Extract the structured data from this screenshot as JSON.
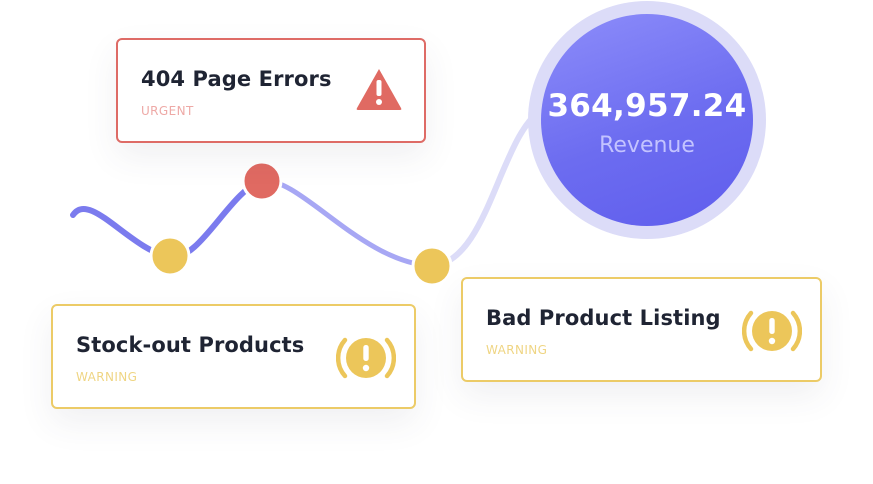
{
  "alerts": {
    "page_errors": {
      "title": "404 Page Errors",
      "tag": "URGENT",
      "icon": "warning-triangle-icon",
      "color": "#de6b66"
    },
    "stockout": {
      "title": "Stock-out Products",
      "tag": "WARNING",
      "icon": "exclamation-circle-icon",
      "color": "#eccb67"
    },
    "bad_listing": {
      "title": "Bad Product Listing",
      "tag": "WARNING",
      "icon": "exclamation-circle-icon",
      "color": "#eccb67"
    }
  },
  "revenue": {
    "value": "364,957.24",
    "label": "Revenue",
    "color": "#6c6cf0"
  },
  "palette": {
    "curve": "#8282f0",
    "urgent_dot": "#e06a62",
    "warning_dot": "#ecc65a"
  }
}
